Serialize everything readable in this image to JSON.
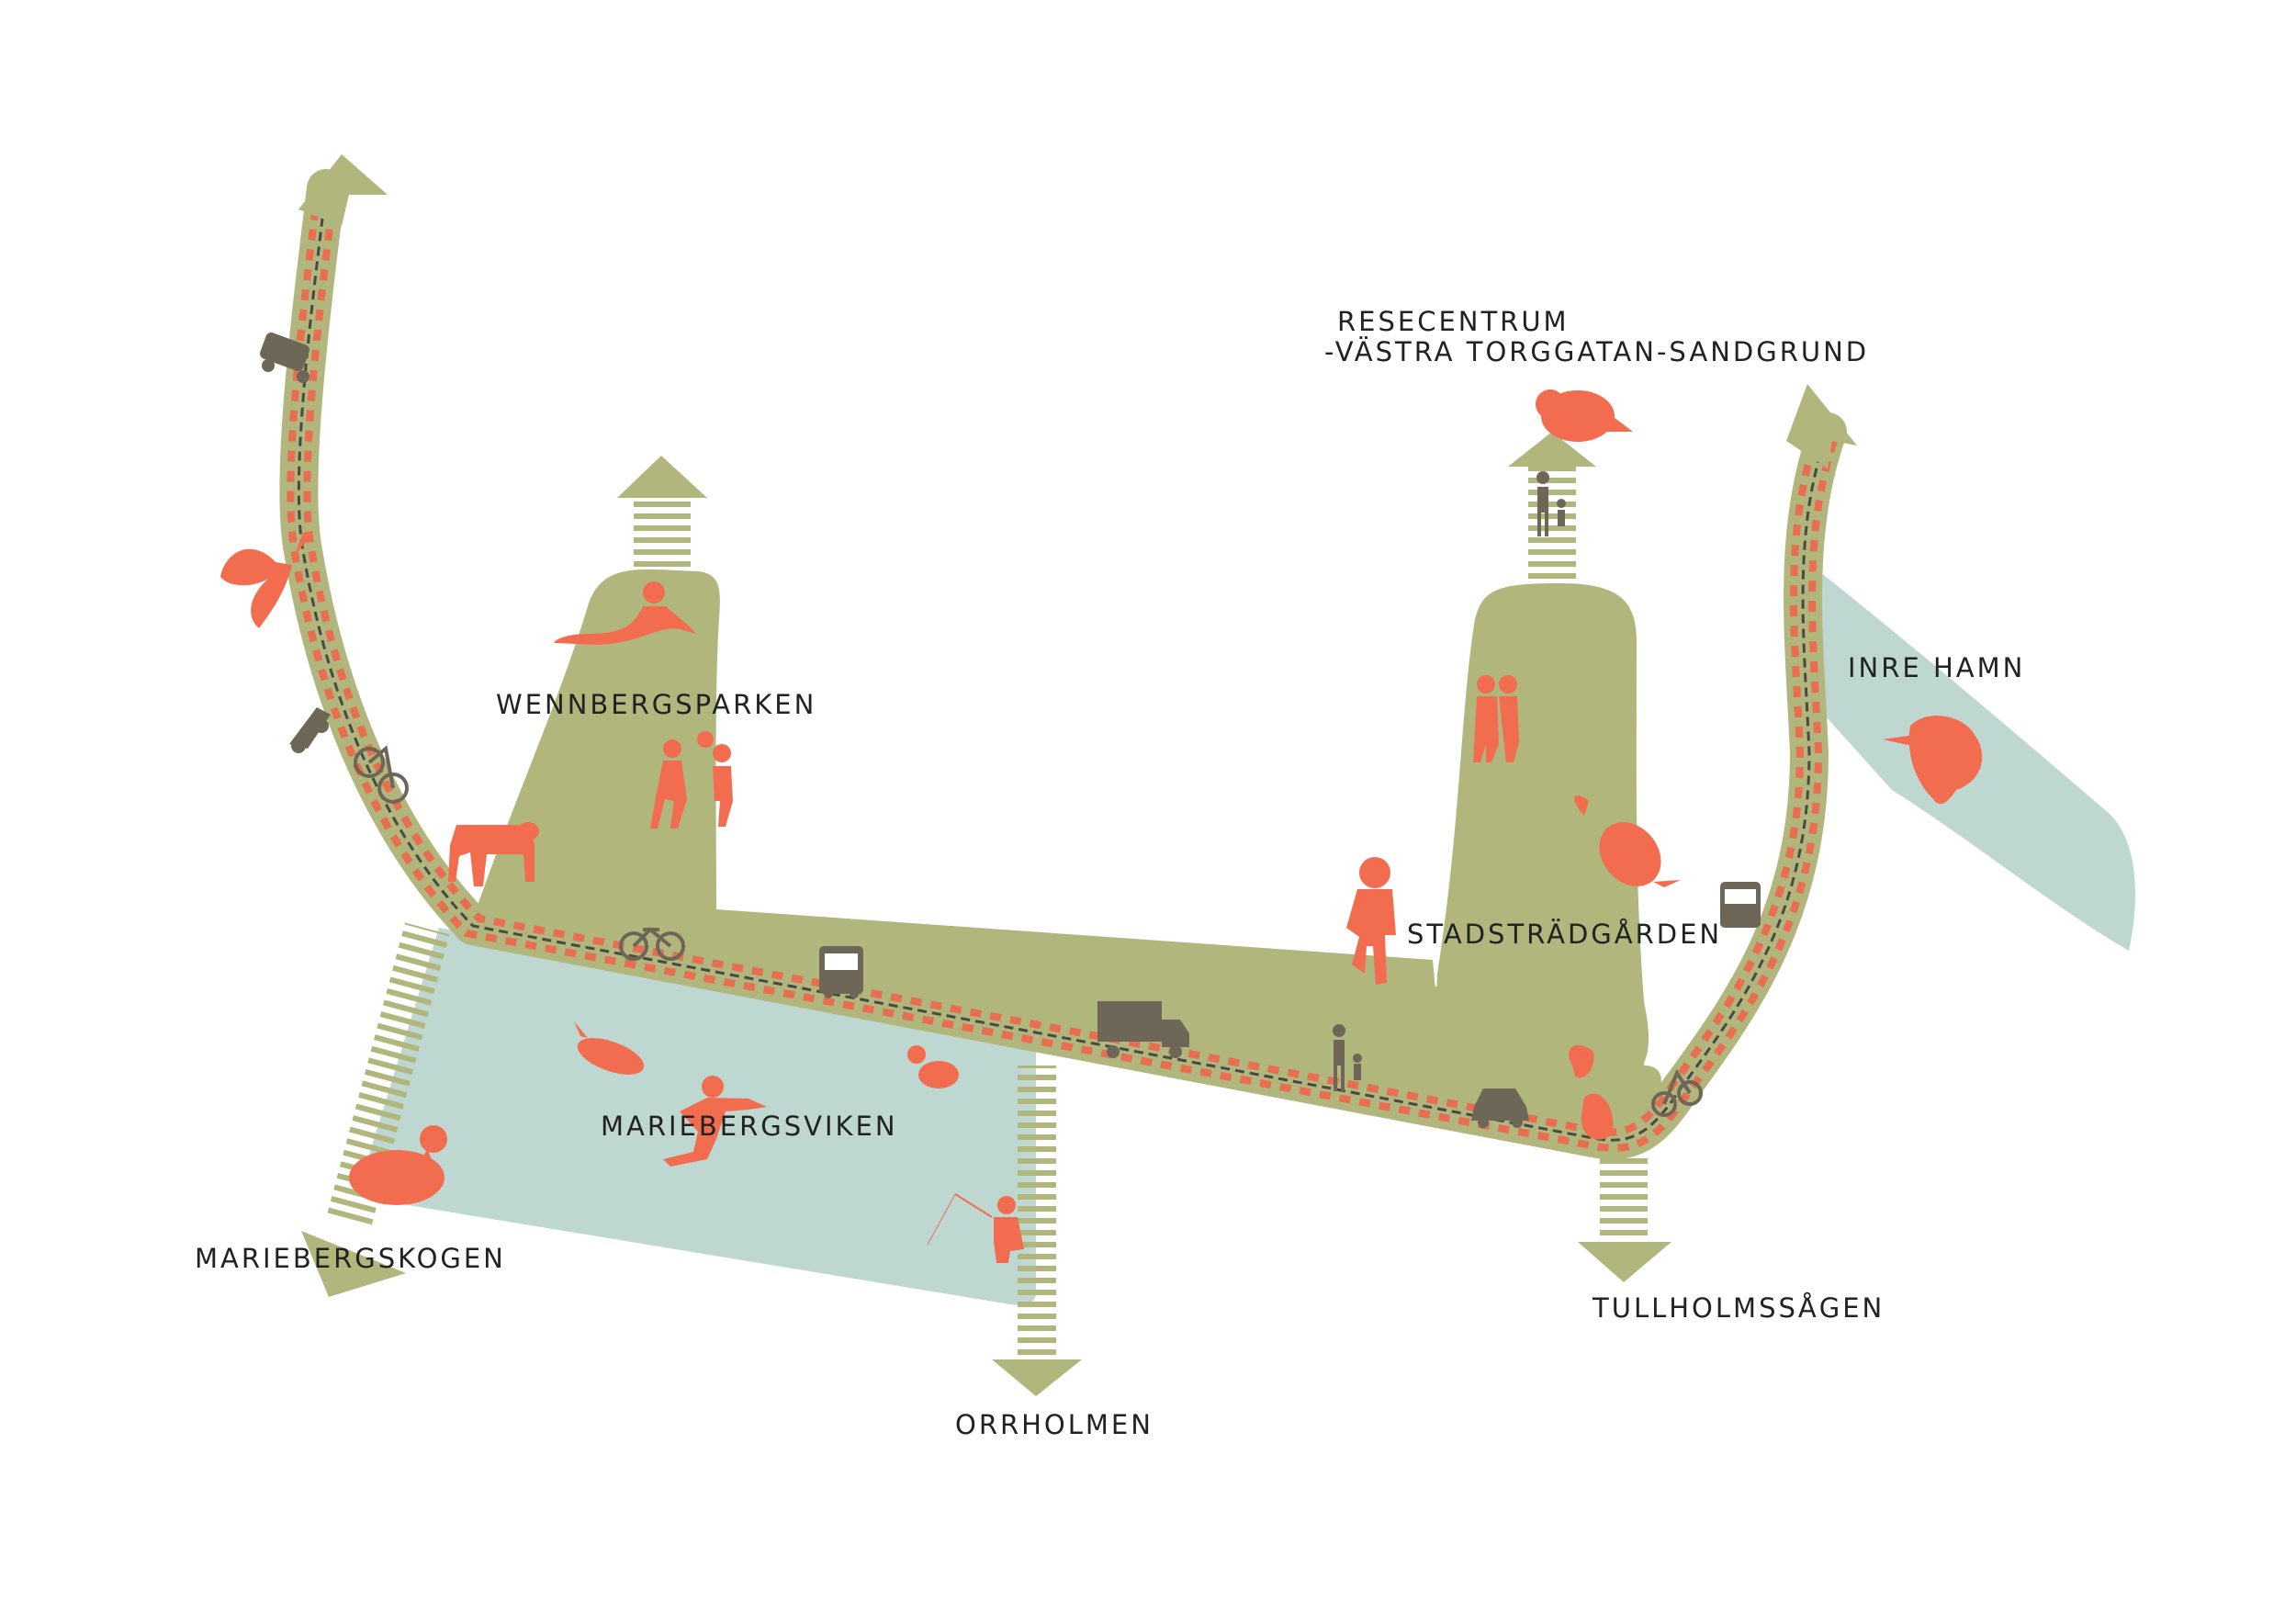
{
  "colors": {
    "green_path": "#b0b67c",
    "water": "#bed7d0",
    "accent_coral": "#f26d4f",
    "icon_dark": "#6e6656",
    "track_dashes": "#e96d50",
    "background": "#ffffff"
  },
  "labels": {
    "resecentrum_line1": "RESECENTRUM",
    "resecentrum_line2": "-VÄSTRA TORGGATAN-SANDGRUND",
    "wennbergsparken": "WENNBERGSPARKEN",
    "inre_hamn": "INRE HAMN",
    "stadstradgarden": "STADSTRÄDGÅRDEN",
    "mariebergsviken": "MARIEBERGSVIKEN",
    "mariebergskogen": "MARIEBERGSKOGEN",
    "orrholmen": "ORRHOLMEN",
    "tullholmssagen": "TULLHOLMSSÅGEN"
  },
  "icons": {
    "wildlife": [
      "butterfly-icon",
      "bird-icon",
      "duck-icon",
      "fish-icon",
      "pheasant-icon",
      "beetle-icon",
      "dog-icon"
    ],
    "people": [
      "sunbather-icon",
      "ball-players-icon",
      "child-icon",
      "elderly-couple-icon",
      "skater-icon",
      "fisherman-icon"
    ],
    "transport": [
      "car-icon",
      "bicycle-icon",
      "bus-icon",
      "truck-icon",
      "pedestrian-icon"
    ]
  }
}
